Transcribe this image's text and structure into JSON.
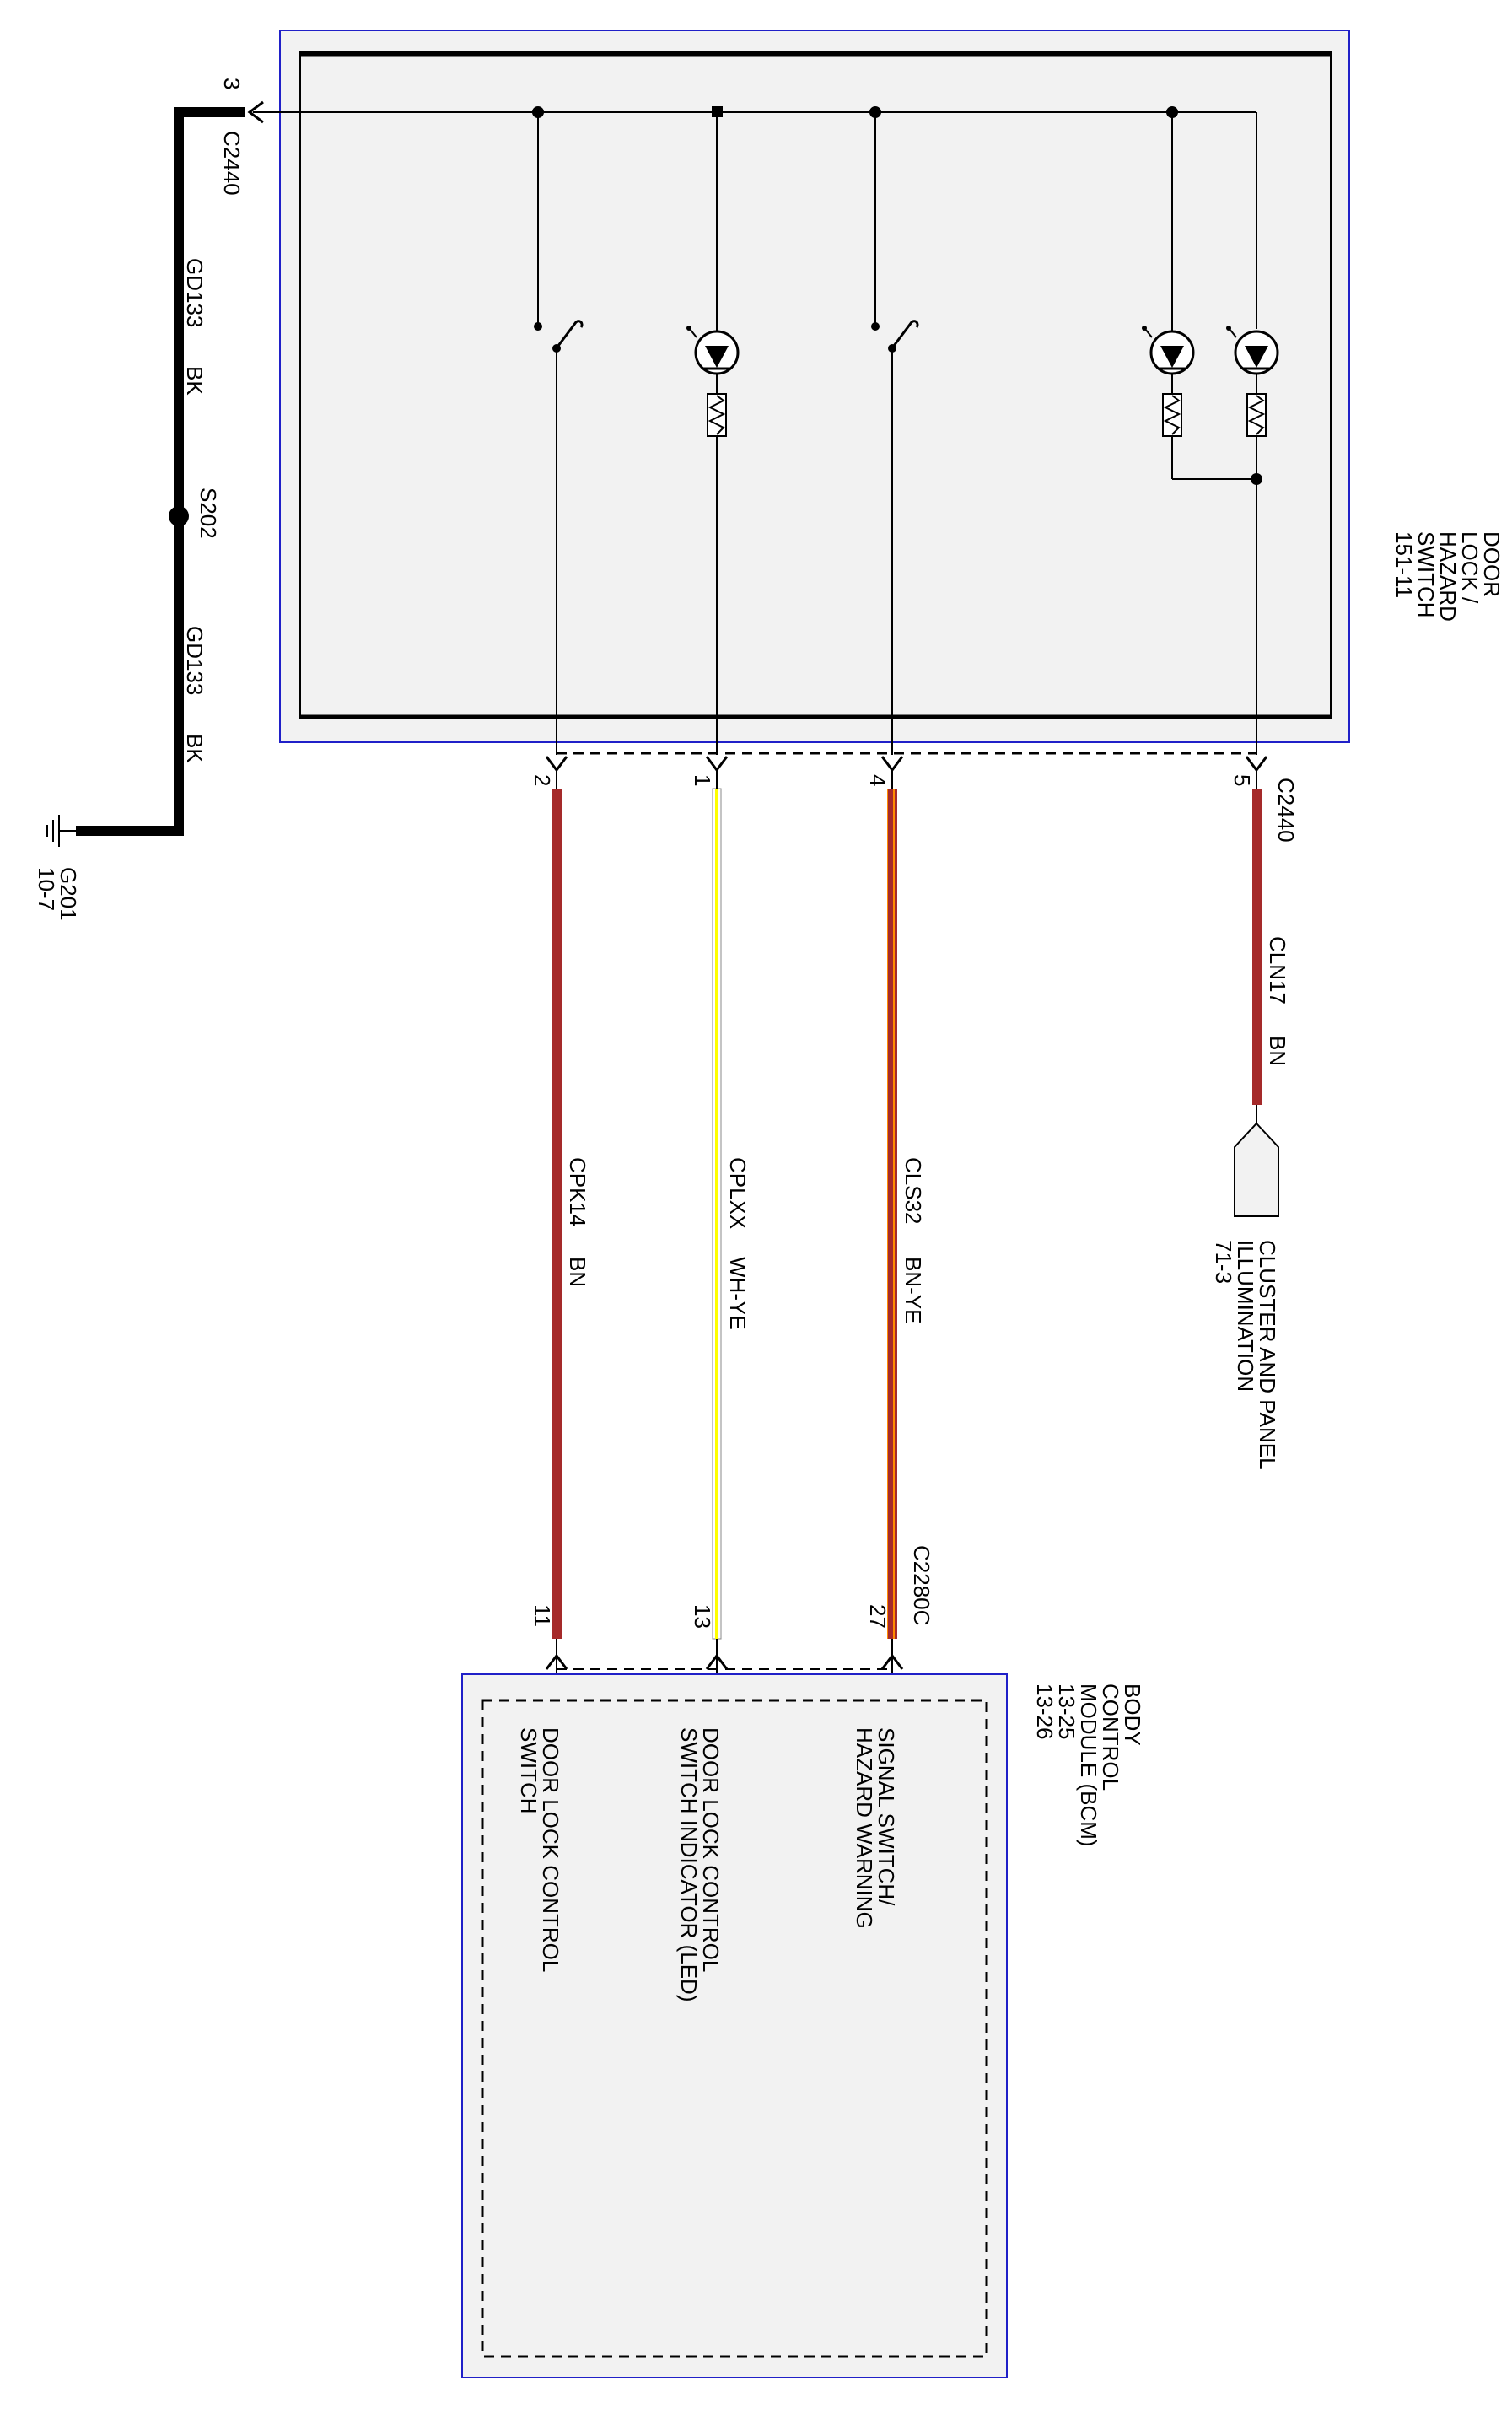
{
  "colors": {
    "frame": "#2020c8",
    "panel": "#f2f2f2",
    "bn": "#a52a2a",
    "ye": "#ffff00",
    "bk": "#000000",
    "bn_ye_stripe": "#ff8c00"
  },
  "switch_module": {
    "name_lines": [
      "DOOR",
      "LOCK /",
      "HAZARD",
      "SWITCH"
    ],
    "page_ref": "151-11",
    "connector": "C2440"
  },
  "bcm": {
    "name_lines": [
      "BODY",
      "CONTROL",
      "MODULE (BCM)"
    ],
    "page_refs": [
      "13-25",
      "13-26"
    ],
    "connector": "C2280C",
    "functions": {
      "door_lock_switch": [
        "DOOR LOCK CONTROL",
        "SWITCH"
      ],
      "door_lock_indicator": [
        "DOOR LOCK CONTROL",
        "SWITCH INDICATOR (LED)"
      ],
      "hazard": [
        "SIGNAL SWITCH/",
        "HAZARD WARNING"
      ]
    }
  },
  "ground": {
    "connector": "C2440",
    "pin": "3",
    "circuit": "GD133",
    "color": "BK",
    "splice": "S202",
    "ground_point": "G201",
    "ground_ref": "10-7"
  },
  "circuits": [
    {
      "id": "cpk14",
      "pin_top": "2",
      "pin_bottom": "11",
      "circuit": "CPK14",
      "color": "BN"
    },
    {
      "id": "cplxx",
      "pin_top": "1",
      "pin_bottom": "13",
      "circuit": "CPLXX",
      "color": "WH-YE"
    },
    {
      "id": "cls32",
      "pin_top": "4",
      "pin_bottom": "27",
      "circuit": "CLS32",
      "color": "BN-YE"
    },
    {
      "id": "cln17",
      "pin_top": "5",
      "circuit": "CLN17",
      "color": "BN"
    }
  ],
  "illumination": {
    "name_lines": [
      "CLUSTER AND PANEL",
      "ILLUMINATION"
    ],
    "page_ref": "71-3"
  }
}
